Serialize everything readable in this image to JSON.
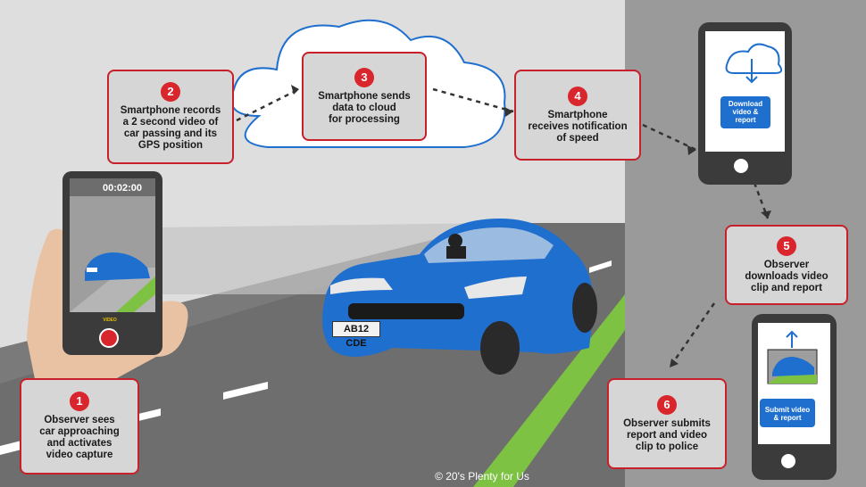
{
  "steps": [
    {
      "num": "1",
      "text": "Observer sees\ncar approaching\nand activates\nvideo capture"
    },
    {
      "num": "2",
      "text": "Smartphone records\na 2 second video of\ncar passing and its\nGPS position"
    },
    {
      "num": "3",
      "text": "Smartphone sends\ndata to cloud\nfor processing"
    },
    {
      "num": "4",
      "text": "Smartphone\nreceives notification\nof speed"
    },
    {
      "num": "5",
      "text": "Observer\ndownloads video\nclip and report"
    },
    {
      "num": "6",
      "text": "Observer submits\nreport and video\nclip to police"
    }
  ],
  "phone_record": {
    "timer": "00:02:00",
    "mode_label": "VIDEO"
  },
  "phone_download": {
    "button_label": "Download\nvideo &\nreport"
  },
  "phone_submit": {
    "button_label": "Submit video\n& report"
  },
  "car": {
    "plate": "AB12 CDE"
  },
  "copyright": "© 20's Plenty for Us",
  "colors": {
    "accent_red": "#d9252c",
    "blue": "#1f6fcf",
    "road": "#6b6b6b"
  }
}
